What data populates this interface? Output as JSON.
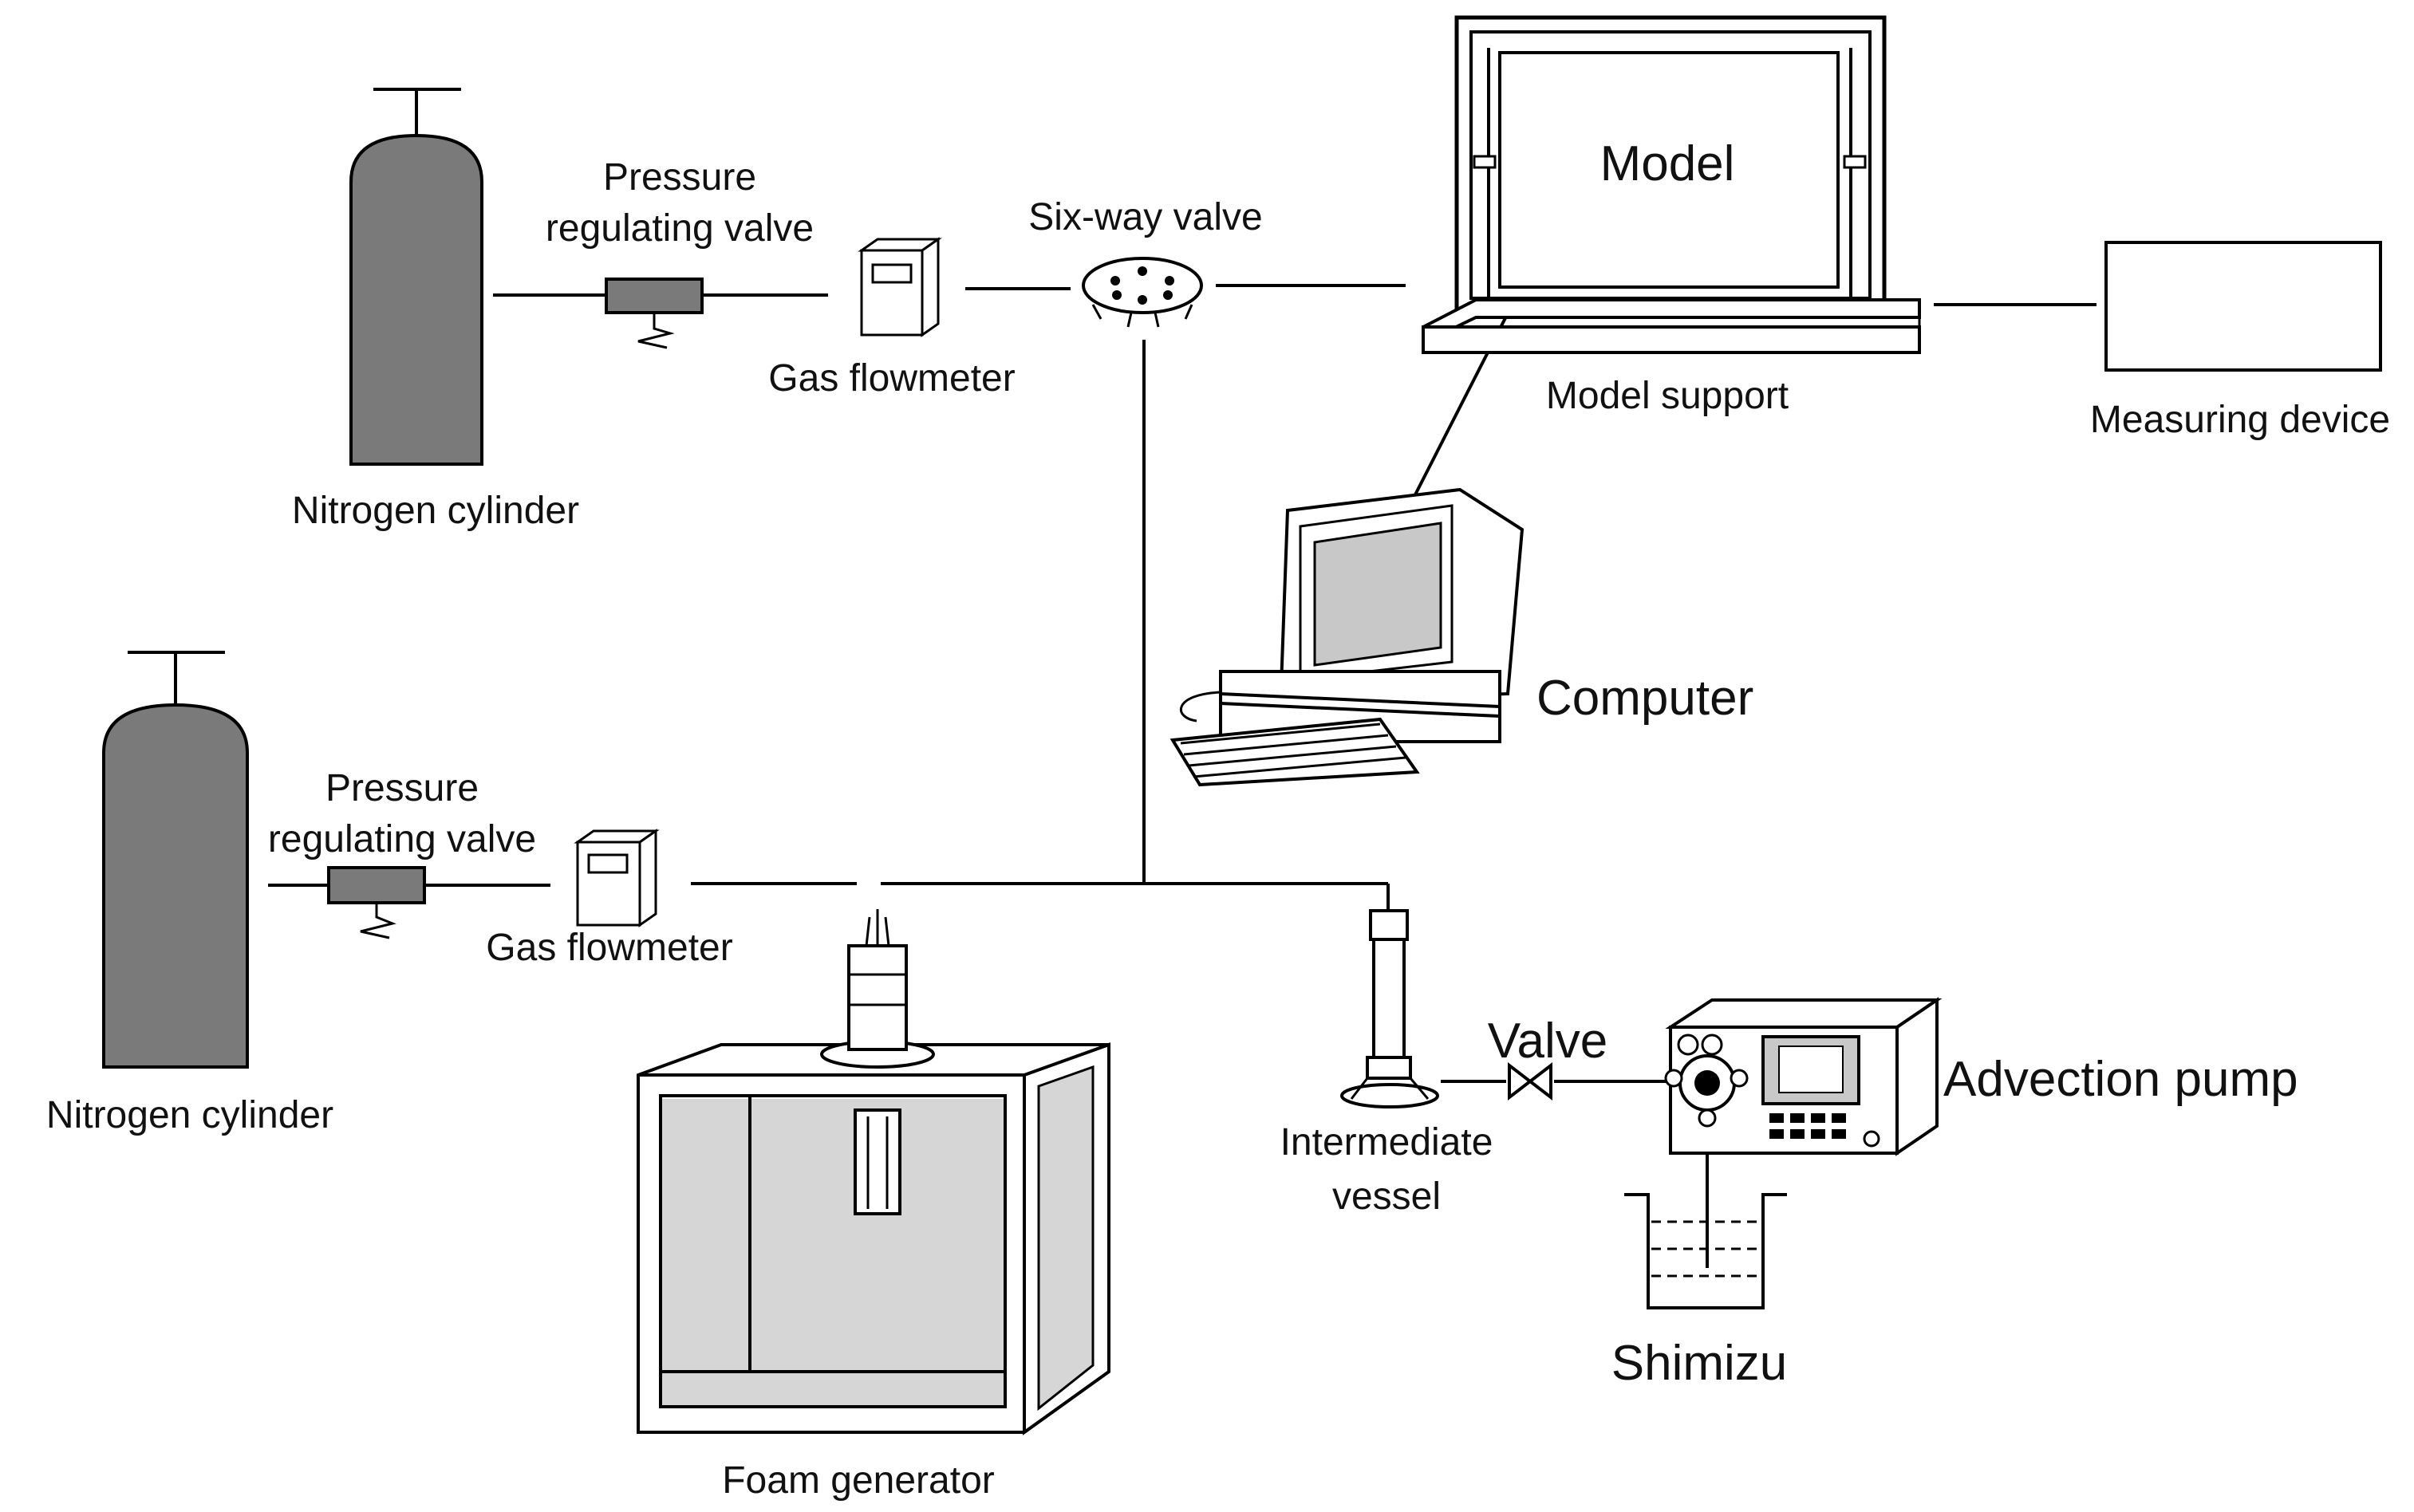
{
  "labels": {
    "nitrogen_cylinder_top": "Nitrogen cylinder",
    "nitrogen_cylinder_bottom": "Nitrogen cylinder",
    "pressure_valve_top_line1": "Pressure",
    "pressure_valve_top_line2": "regulating valve",
    "pressure_valve_bottom_line1": "Pressure",
    "pressure_valve_bottom_line2": "regulating valve",
    "gas_flowmeter_top": "Gas flowmeter",
    "gas_flowmeter_bottom": "Gas flowmeter",
    "six_way_valve": "Six-way valve",
    "model": "Model",
    "model_support": "Model support",
    "measuring_device": "Measuring device",
    "computer": "Computer",
    "foam_generator": "Foam generator",
    "intermediate_vessel_line1": "Intermediate",
    "intermediate_vessel_line2": "vessel",
    "valve": "Valve",
    "advection_pump": "Advection pump",
    "shimizu": "Shimizu"
  },
  "colors": {
    "cylinder_fill": "#7a7a7a",
    "regulator_fill": "#7a7a7a",
    "chamber_fill": "#d6d6d6",
    "screen_fill": "#c8c8c8",
    "line": "#000000"
  }
}
